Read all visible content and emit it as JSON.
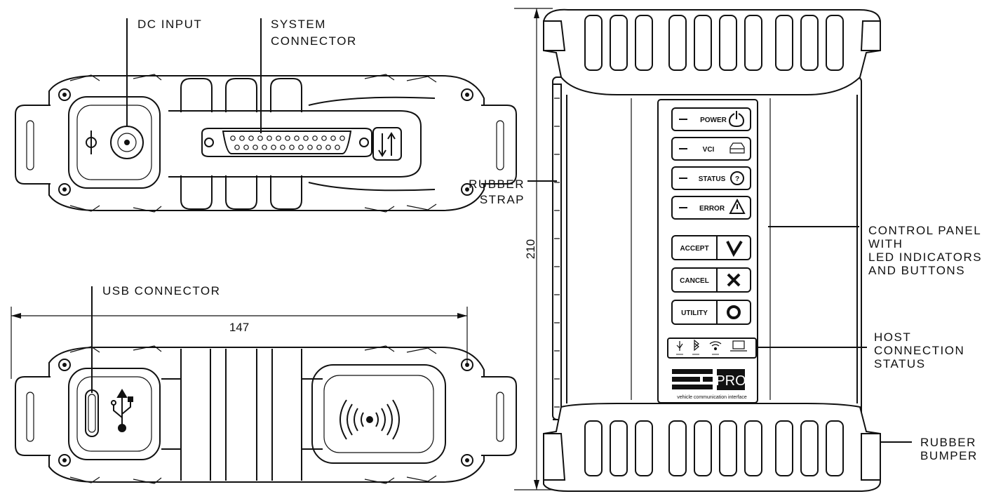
{
  "labels": {
    "dc_input": "DC INPUT",
    "system_connector_1": "SYSTEM",
    "system_connector_2": "CONNECTOR",
    "usb_connector": "USB CONNECTOR",
    "width_dimension": "147",
    "height_dimension": "210",
    "rubber_strap_1": "RUBBER",
    "rubber_strap_2": "STRAP",
    "control_panel_1": "CONTROL PANEL",
    "control_panel_2": "WITH",
    "control_panel_3": "LED INDICATORS",
    "control_panel_4": "AND BUTTONS",
    "host_connection_1": "HOST",
    "host_connection_2": "CONNECTION",
    "host_connection_3": "STATUS",
    "rubber_bumper_1": "RUBBER",
    "rubber_bumper_2": "BUMPER"
  },
  "panel": {
    "indicators": [
      "POWER",
      "VCI",
      "STATUS",
      "ERROR"
    ],
    "buttons": [
      "ACCEPT",
      "CANCEL",
      "UTILITY"
    ],
    "brand": "PRO",
    "tagline": "vehicle communication interface"
  },
  "icons": [
    "power-icon",
    "car-icon",
    "question-icon",
    "warning-icon",
    "check-icon",
    "x-icon",
    "circle-icon",
    "usb-icon",
    "bluetooth-icon",
    "wifi-icon",
    "laptop-icon",
    "wireless-icon"
  ]
}
